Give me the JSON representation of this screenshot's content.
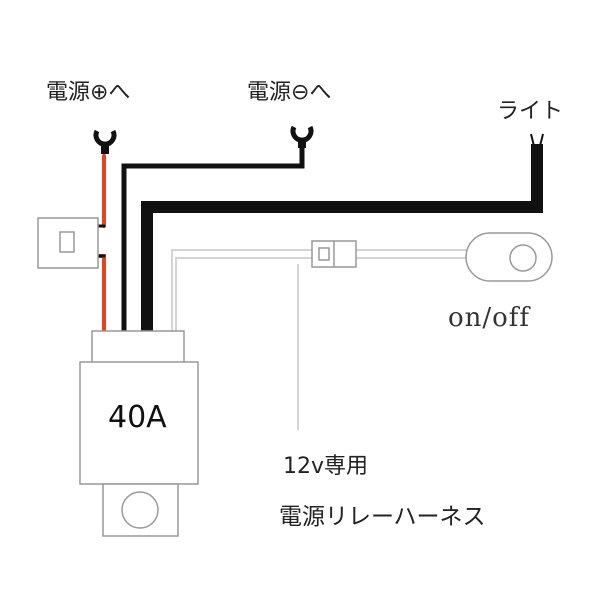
{
  "labels": {
    "battery_positive": "電源⊕へ",
    "battery_negative": "電源⊖へ",
    "light": "ライト",
    "switch": "on/off",
    "relay_rating": "40A",
    "voltage_note": "12v専用",
    "product_name": "電源リレーハーネス"
  },
  "icons": {
    "positive_terminal": "ring-terminal-icon",
    "negative_terminal": "ring-terminal-icon",
    "light_connector": "wire-split-icon",
    "switch": "toggle-switch-icon",
    "fuse": "fuse-holder-icon",
    "relay": "relay-box-icon",
    "mount": "mounting-hole-icon",
    "inline_connector": "inline-connector-icon"
  },
  "colors": {
    "positive_wire": "#e8431c",
    "negative_wire": "#111111",
    "signal_wire": "#cfcfcf",
    "outline": "#888888"
  }
}
